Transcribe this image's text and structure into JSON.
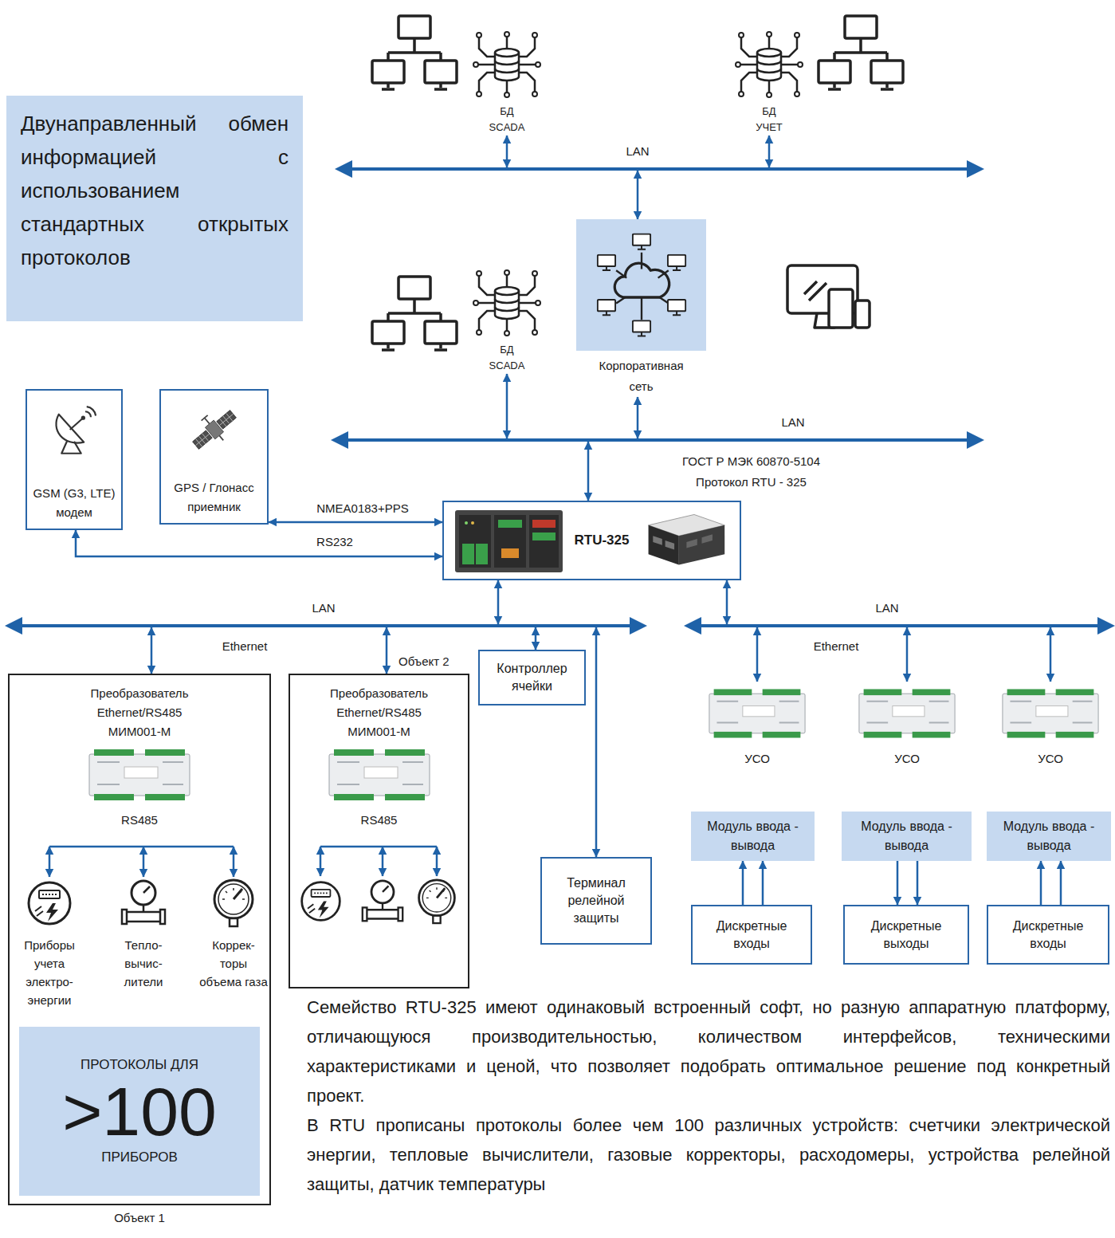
{
  "diagram": {
    "nodes": [
      {
        "text": [
          "Двунаправленный обмен информацией с использованием стандартных открытых протоколов"
        ]
      },
      {
        "text": [
          "БД SCADA"
        ]
      },
      {
        "text": [
          "БД УЧЕТ"
        ]
      },
      {
        "text": [
          "LAN"
        ]
      },
      {
        "text": [
          "БД SCADA"
        ]
      },
      {
        "text": [
          "Корпоративная сеть"
        ]
      },
      {
        "text": [
          "LAN"
        ]
      },
      {
        "text": [
          "GSM (G3, LTE) модем"
        ]
      },
      {
        "text": [
          "GPS / Глонасс приемник"
        ]
      },
      {
        "text": [
          "RTU-325"
        ]
      },
      {
        "text": [
          "LAN"
        ]
      },
      {
        "text": [
          "LAN"
        ]
      },
      {
        "text": [
          "Объект 1"
        ]
      },
      {
        "text": [
          "Преобразователь Ethernet/RS485 МИМ001-М",
          "RS485"
        ],
        "in": 12
      },
      {
        "text": [
          "Приборы учета электро-энергии"
        ],
        "in": 12
      },
      {
        "text": [
          "Тепло-вычис-лители"
        ],
        "in": 12
      },
      {
        "text": [
          "Коррек-торы объема газа"
        ],
        "in": 12
      },
      {
        "text": [
          "ПРОТОКОЛЫ ДЛЯ",
          ">100",
          "ПРИБОРОВ"
        ],
        "in": 12
      },
      {
        "text": [
          "Объект 2"
        ]
      },
      {
        "text": [
          "Преобразователь Ethernet/RS485 МИМ001-М",
          "RS485"
        ],
        "in": 18
      },
      {
        "text": [
          "Контроллер ячейки"
        ]
      },
      {
        "text": [
          "Терминал релейной защиты"
        ]
      },
      {
        "text": [
          "УСО"
        ]
      },
      {
        "text": [
          "Модуль ввода - вывода"
        ]
      },
      {
        "text": [
          "Дискретные входы"
        ]
      },
      {
        "text": [
          "УСО"
        ]
      },
      {
        "text": [
          "Модуль ввода - вывода"
        ]
      },
      {
        "text": [
          "Дискретные выходы"
        ]
      },
      {
        "text": [
          "УСО"
        ]
      },
      {
        "text": [
          "Модуль ввода - вывода"
        ]
      },
      {
        "text": [
          "Дискретные входы"
        ]
      }
    ],
    "edges": [
      {
        "from": 1,
        "to": 3,
        "arrow": "both"
      },
      {
        "from": 2,
        "to": 3,
        "arrow": "both"
      },
      {
        "from": 3,
        "to": 5,
        "arrow": "both"
      },
      {
        "from": 4,
        "to": 6,
        "arrow": "both"
      },
      {
        "from": 5,
        "to": 6,
        "arrow": "both"
      },
      {
        "from": 6,
        "to": 9,
        "label": "ГОСТ Р МЭК 60870-5104 Протокол RTU - 325",
        "arrow": "both"
      },
      {
        "from": 8,
        "to": 9,
        "label": "NMEA0183+PPS",
        "arrow": "both"
      },
      {
        "from": 7,
        "to": 9,
        "label": "RS232",
        "arrow": "both"
      },
      {
        "from": 9,
        "to": 10,
        "arrow": "both"
      },
      {
        "from": 9,
        "to": 11,
        "arrow": "both"
      },
      {
        "from": 10,
        "to": 12,
        "label": "Ethernet",
        "arrow": "both"
      },
      {
        "from": 10,
        "to": 18,
        "arrow": "both"
      },
      {
        "from": 10,
        "to": 20,
        "arrow": "both"
      },
      {
        "from": 10,
        "to": 21,
        "arrow": "both"
      },
      {
        "from": 11,
        "to": 22,
        "label": "Ethernet",
        "arrow": "both"
      },
      {
        "from": 11,
        "to": 25,
        "arrow": "both"
      },
      {
        "from": 11,
        "to": 28,
        "arrow": "both"
      },
      {
        "from": 13,
        "to": 14,
        "arrow": "both"
      },
      {
        "from": 13,
        "to": 15,
        "arrow": "both"
      },
      {
        "from": 13,
        "to": 16,
        "arrow": "both"
      },
      {
        "from": 24,
        "to": 23,
        "arrow": "to"
      },
      {
        "from": 24,
        "to": 23,
        "arrow": "to"
      },
      {
        "from": 26,
        "to": 27,
        "arrow": "to"
      },
      {
        "from": 26,
        "to": 27,
        "arrow": "to"
      },
      {
        "from": 30,
        "to": 29,
        "arrow": "to"
      },
      {
        "from": 30,
        "to": 29,
        "arrow": "to"
      }
    ],
    "labels": [
      "Семейство RTU-325 имеют одинаковый встроенный софт, но разную аппаратную платформу, отличающуюся производительностью, количеством интерфейсов, техническими характеристиками и ценой, что позволяет подобрать оптимальное решение под конкретный проект.",
      "В RTU прописаны протоколы более чем 100 различных устройств: счетчики электрической энергии, тепловые вычислители, газовые корректоры, расходомеры, устройства релейной защиты, датчик температуры"
    ]
  }
}
